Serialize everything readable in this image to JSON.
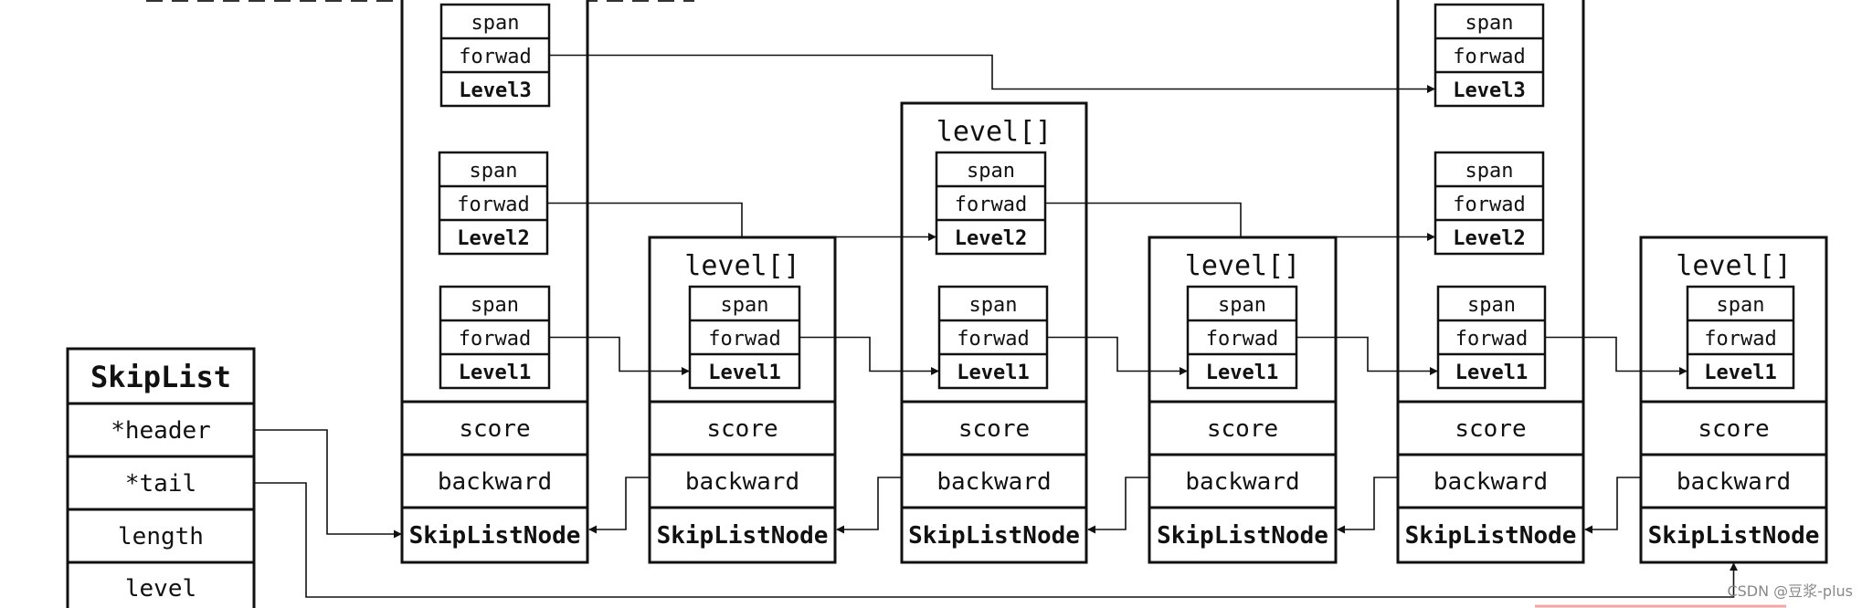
{
  "skiplist": {
    "title": "SkipList",
    "fields": [
      "*header",
      "*tail",
      "length",
      "level"
    ]
  },
  "node_labels": {
    "level_array": "level[]",
    "span": "span",
    "forward": "forwad",
    "score": "score",
    "backward": "backward",
    "node": "SkipListNode"
  },
  "nodes": [
    {
      "id": "header",
      "levels": [
        "Level3",
        "Level2",
        "Level1"
      ],
      "shows_level_title": false
    },
    {
      "id": "node1",
      "levels": [
        "Level1"
      ],
      "shows_level_title": true
    },
    {
      "id": "node2",
      "levels": [
        "Level2",
        "Level1"
      ],
      "shows_level_title": true
    },
    {
      "id": "node3",
      "levels": [
        "Level1"
      ],
      "shows_level_title": true
    },
    {
      "id": "node4",
      "levels": [
        "Level3",
        "Level2",
        "Level1"
      ],
      "shows_level_title": false
    },
    {
      "id": "node5",
      "levels": [
        "Level1"
      ],
      "shows_level_title": true
    }
  ],
  "forward_links": [
    {
      "from": "header",
      "level": "Level3",
      "to": "node4"
    },
    {
      "from": "header",
      "level": "Level2",
      "to": "node2"
    },
    {
      "from": "header",
      "level": "Level1",
      "to": "node1"
    },
    {
      "from": "node1",
      "level": "Level1",
      "to": "node2"
    },
    {
      "from": "node2",
      "level": "Level2",
      "to": "node4"
    },
    {
      "from": "node2",
      "level": "Level1",
      "to": "node3"
    },
    {
      "from": "node3",
      "level": "Level1",
      "to": "node4"
    },
    {
      "from": "node4",
      "level": "Level1",
      "to": "node5"
    }
  ],
  "backward_links": [
    {
      "from": "node1",
      "to": "header"
    },
    {
      "from": "node2",
      "to": "node1"
    },
    {
      "from": "node3",
      "to": "node2"
    },
    {
      "from": "node4",
      "to": "node3"
    },
    {
      "from": "node5",
      "to": "node4"
    }
  ],
  "skiplist_links": [
    {
      "field": "*header",
      "to": "header"
    },
    {
      "field": "*tail",
      "to": "node5"
    }
  ],
  "watermark": "CSDN @豆浆-plus"
}
